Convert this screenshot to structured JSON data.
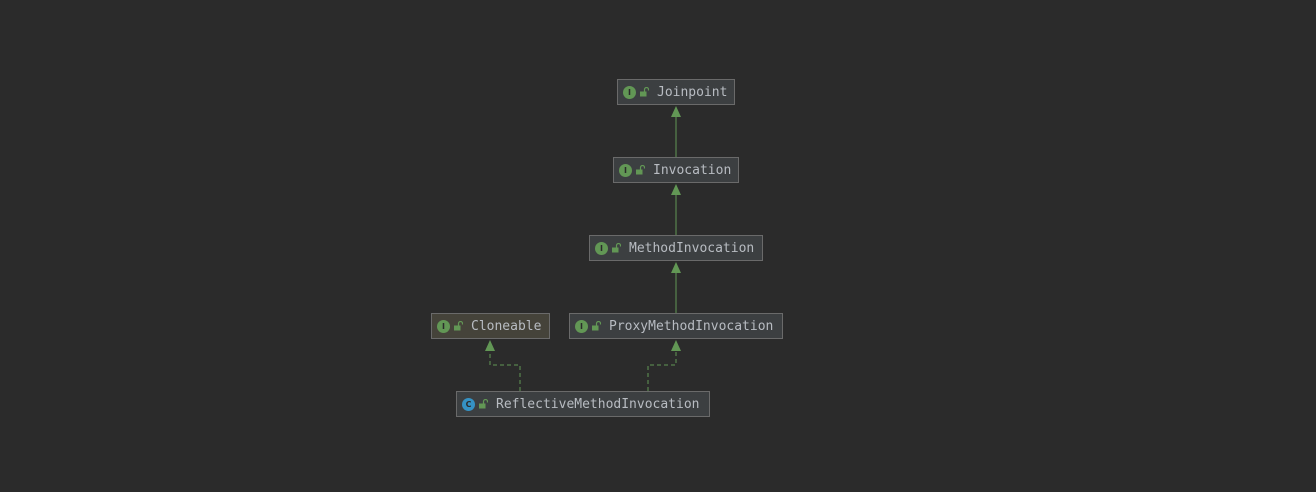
{
  "diagram": {
    "colors": {
      "background": "#2b2b2b",
      "node_fill": "#3c3f41",
      "library_node_fill": "#45433a",
      "node_border": "#6a6a6a",
      "text": "#b8bcc2",
      "edge": "#629755",
      "interface_icon": "#629755",
      "class_icon": "#3592c4"
    },
    "nodes": {
      "joinpoint": {
        "label": "Joinpoint",
        "kind": "interface",
        "kind_letter": "I",
        "access_icon": "unlock-icon"
      },
      "invocation": {
        "label": "Invocation",
        "kind": "interface",
        "kind_letter": "I",
        "access_icon": "unlock-icon"
      },
      "method_invocation": {
        "label": "MethodInvocation",
        "kind": "interface",
        "kind_letter": "I",
        "access_icon": "unlock-icon"
      },
      "cloneable": {
        "label": "Cloneable",
        "kind": "interface",
        "kind_letter": "I",
        "access_icon": "unlock-icon"
      },
      "proxy_method_invocation": {
        "label": "ProxyMethodInvocation",
        "kind": "interface",
        "kind_letter": "I",
        "access_icon": "unlock-icon"
      },
      "reflective_method_invocation": {
        "label": "ReflectiveMethodInvocation",
        "kind": "class",
        "kind_letter": "C",
        "access_icon": "unlock-icon"
      }
    },
    "edges": [
      {
        "from": "invocation",
        "to": "joinpoint",
        "type": "extends"
      },
      {
        "from": "method_invocation",
        "to": "invocation",
        "type": "extends"
      },
      {
        "from": "proxy_method_invocation",
        "to": "method_invocation",
        "type": "extends"
      },
      {
        "from": "reflective_method_invocation",
        "to": "cloneable",
        "type": "implements"
      },
      {
        "from": "reflective_method_invocation",
        "to": "proxy_method_invocation",
        "type": "implements"
      }
    ]
  }
}
